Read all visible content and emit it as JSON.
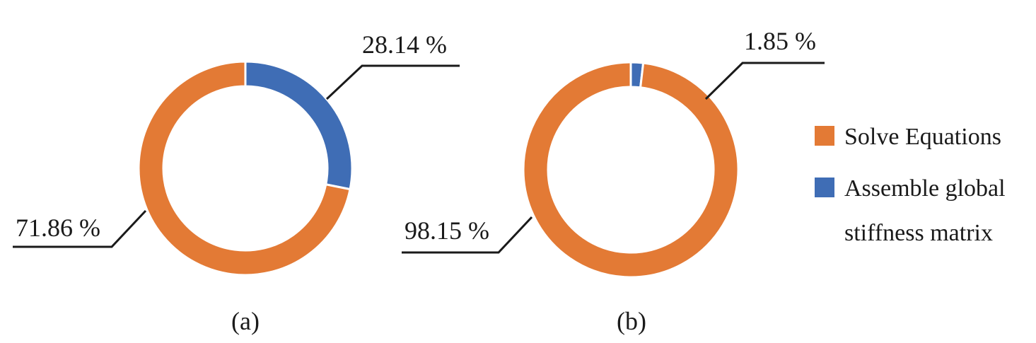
{
  "chart_data": [
    {
      "type": "pie",
      "panel_label": "(a)",
      "categories": [
        "Solve Equations",
        "Assemble global stiffness matrix"
      ],
      "values": [
        71.86,
        28.14
      ],
      "value_labels": [
        "71.86 %",
        "28.14 %"
      ],
      "colors": [
        "#E37A35",
        "#3F6DB5"
      ]
    },
    {
      "type": "pie",
      "panel_label": "(b)",
      "categories": [
        "Solve Equations",
        "Assemble global stiffness matrix"
      ],
      "values": [
        98.15,
        1.85
      ],
      "value_labels": [
        "98.15 %",
        "1.85 %"
      ],
      "colors": [
        "#E37A35",
        "#3F6DB5"
      ]
    }
  ],
  "legend": {
    "items": [
      {
        "label_lines": [
          "Solve Equations"
        ],
        "color": "#E37A35"
      },
      {
        "label_lines": [
          "Assemble global",
          "stiffness matrix"
        ],
        "color": "#3F6DB5"
      }
    ]
  }
}
